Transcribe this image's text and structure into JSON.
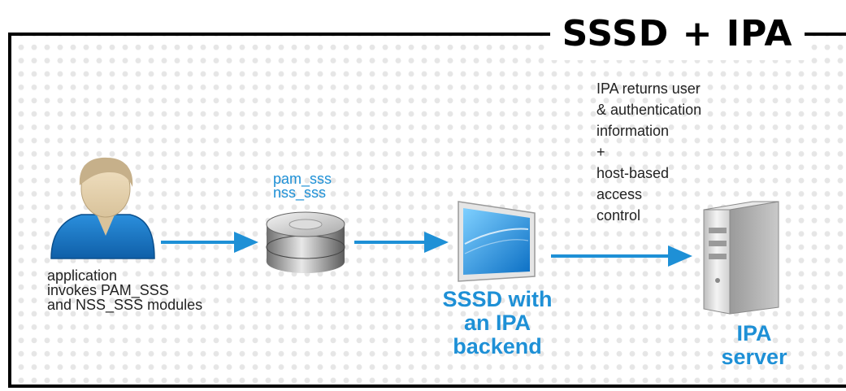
{
  "title": "SSSD + IPA",
  "nodes": {
    "application": {
      "icon": "user-icon",
      "label": "application\ninvokes PAM_SSS\nand NSS_SSS modules"
    },
    "modules": {
      "icon": "disk-stack-icon",
      "label": "pam_sss\nnss_sss"
    },
    "sssd": {
      "icon": "monitor-icon",
      "label": "SSSD with\nan IPA\nbackend"
    },
    "ipa_server": {
      "icon": "server-tower-icon",
      "label": "IPA\nserver"
    }
  },
  "ipa_returns_text": "IPA returns user\n& authentication\ninformation\n+\nhost-based\naccess\ncontrol",
  "colors": {
    "accent": "#1e90d6",
    "text": "#222222",
    "frame": "#000000"
  }
}
